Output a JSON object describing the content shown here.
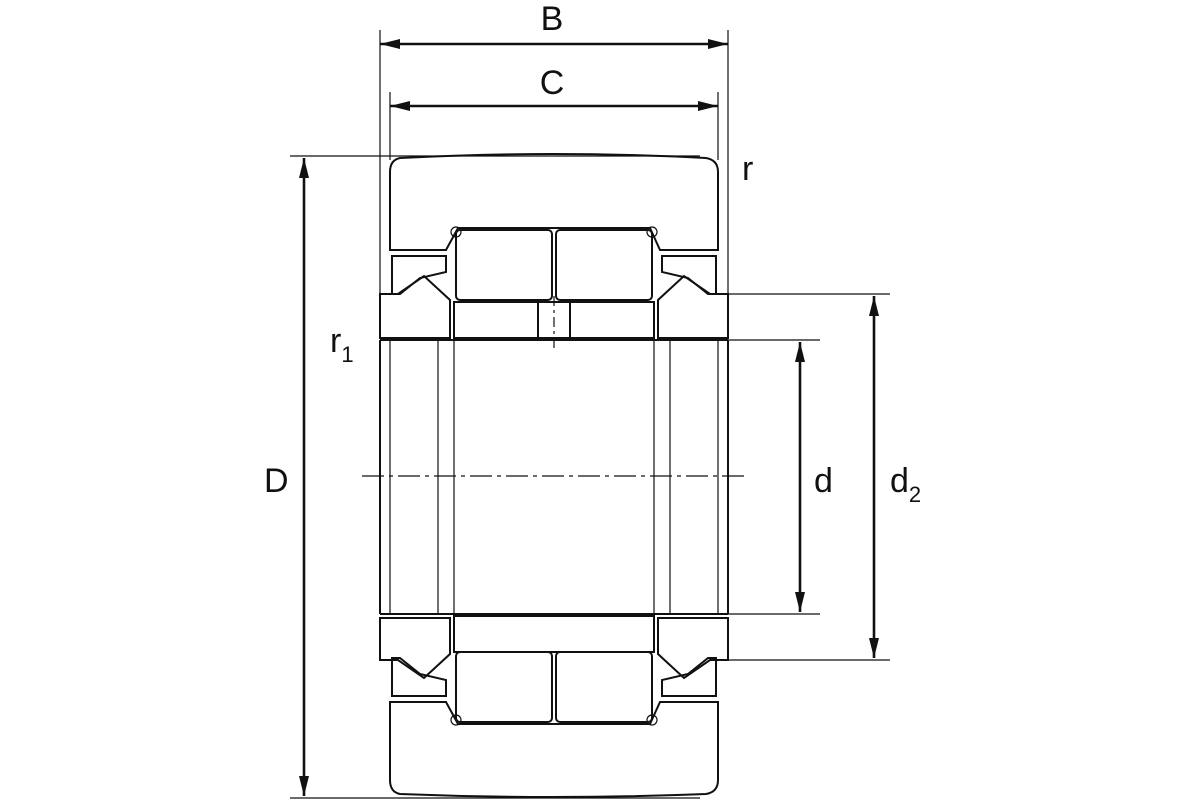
{
  "diagram": {
    "labels": {
      "B": "B",
      "C": "C",
      "r": "r",
      "r1_main": "r",
      "r1_sub": "1",
      "D": "D",
      "d": "d",
      "d2_main": "d",
      "d2_sub": "2"
    },
    "colors": {
      "ink": "#111111",
      "background": "#ffffff"
    }
  }
}
